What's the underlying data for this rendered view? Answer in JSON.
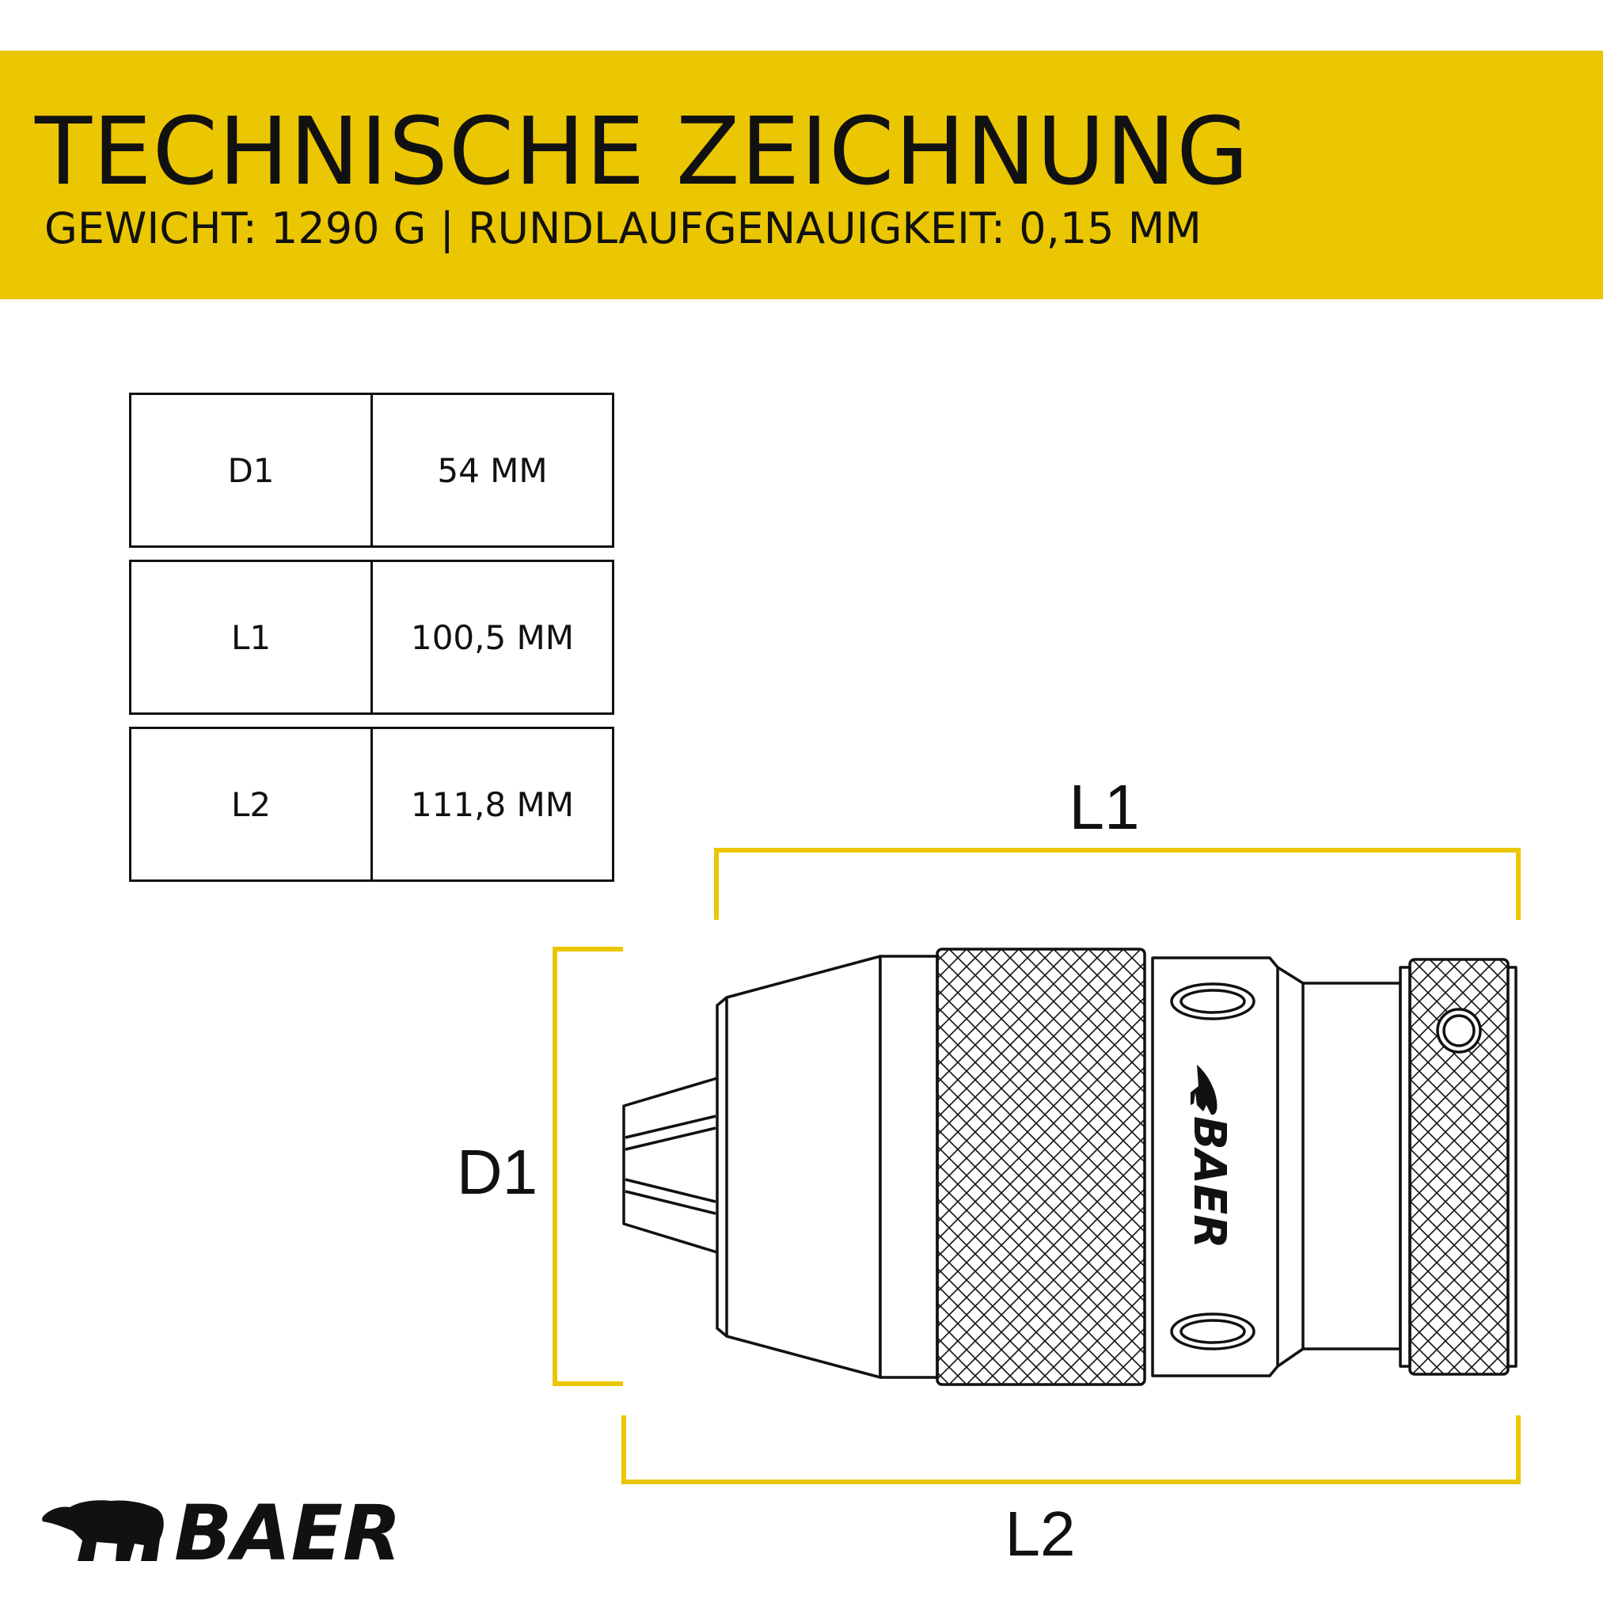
{
  "header": {
    "title": "TECHNISCHE ZEICHNUNG",
    "subtitle": "GEWICHT: 1290 G | RUNDLAUFGENAUIGKEIT: 0,15 MM"
  },
  "spec_table": [
    {
      "label": "D1",
      "value": "54 MM"
    },
    {
      "label": "L1",
      "value": "100,5 MM"
    },
    {
      "label": "L2",
      "value": "111,8 MM"
    }
  ],
  "dimensions": {
    "l1_label": "L1",
    "l2_label": "L2",
    "d1_label": "D1"
  },
  "brand": {
    "name": "BAER",
    "logo_icon": "bear-icon"
  },
  "colors": {
    "accent": "#ebc603",
    "ink": "#111111",
    "background": "#ffffff"
  }
}
